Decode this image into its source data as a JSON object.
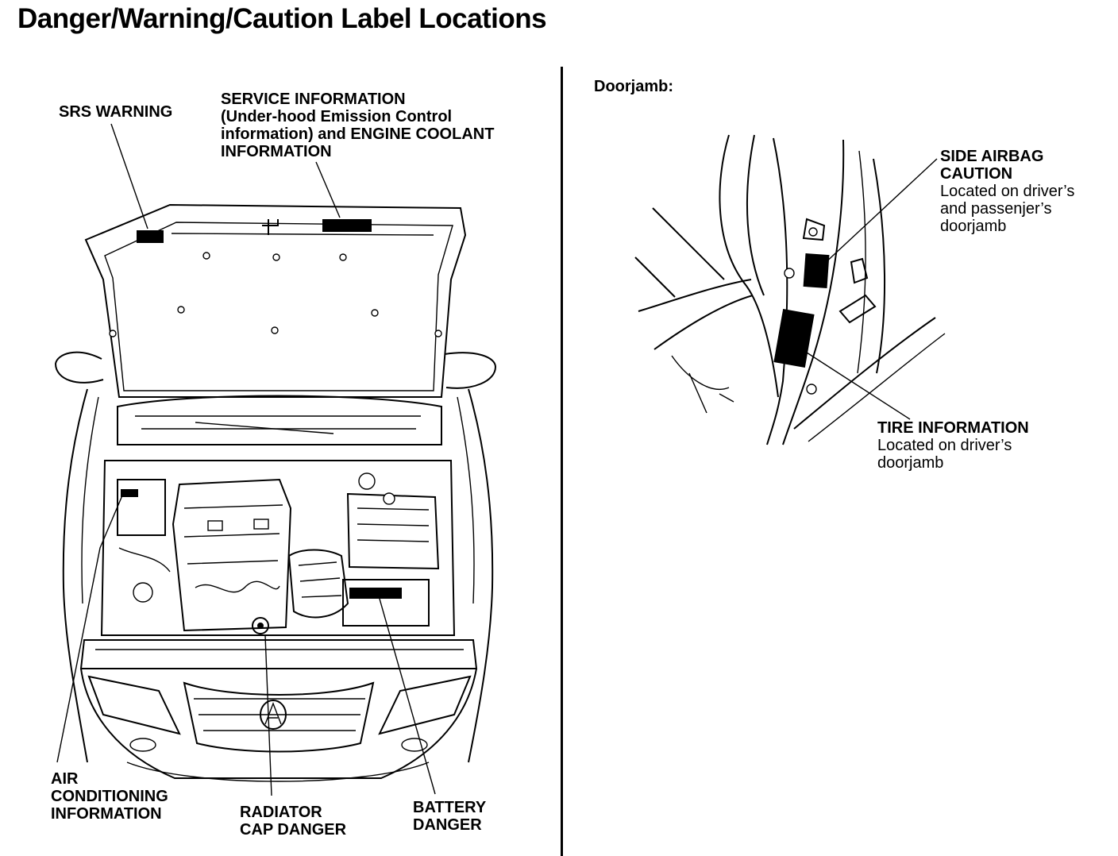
{
  "title": "Danger/Warning/Caution Label Locations",
  "labels": {
    "srs_warning": "SRS WARNING",
    "service_info": [
      "SERVICE INFORMATION",
      "(Under-hood Emission Control",
      "information) and ENGINE COOLANT",
      "INFORMATION"
    ],
    "air_conditioning": [
      "AIR",
      "CONDITIONING",
      "INFORMATION"
    ],
    "radiator_cap": [
      "RADIATOR",
      "CAP DANGER"
    ],
    "battery": [
      "BATTERY",
      "DANGER"
    ],
    "doorjamb_heading": "Doorjamb:",
    "side_airbag": {
      "title": [
        "SIDE AIRBAG",
        "CAUTION"
      ],
      "note": [
        "Located on driver’s",
        "and passenjer’s",
        "doorjamb"
      ]
    },
    "tire_info": {
      "title": "TIRE INFORMATION",
      "note": [
        "Located on driver’s",
        "doorjamb"
      ]
    }
  }
}
